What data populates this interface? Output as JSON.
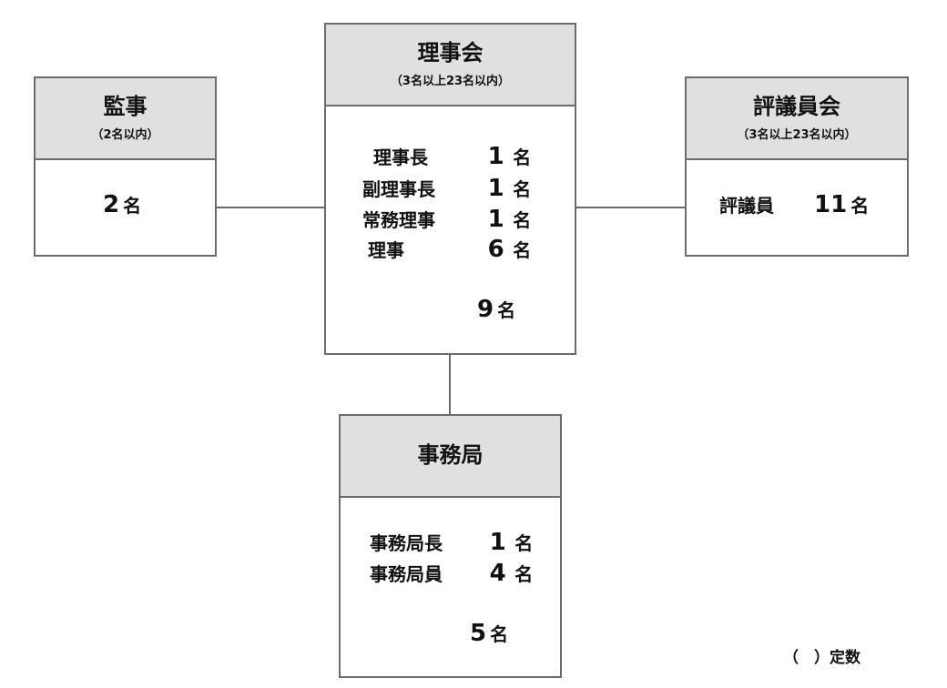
{
  "unit": "名",
  "auditors": {
    "title": "監事",
    "quota": "（2名以内）",
    "count": "2"
  },
  "board": {
    "title": "理事会",
    "quota": "（3名以上23名以内）",
    "members": [
      {
        "role": "理事長",
        "count": "1"
      },
      {
        "role": "副理事長",
        "count": "1"
      },
      {
        "role": "常務理事",
        "count": "1"
      },
      {
        "role": "理事",
        "count": "6"
      }
    ],
    "total": "9"
  },
  "council": {
    "title": "評議員会",
    "quota": "（3名以上23名以内）",
    "member_label": "評議員",
    "count": "11"
  },
  "secretariat": {
    "title": "事務局",
    "members": [
      {
        "role": "事務局長",
        "count": "1"
      },
      {
        "role": "事務局員",
        "count": "4"
      }
    ],
    "total": "5"
  },
  "legend": {
    "text": "（　）定数"
  }
}
